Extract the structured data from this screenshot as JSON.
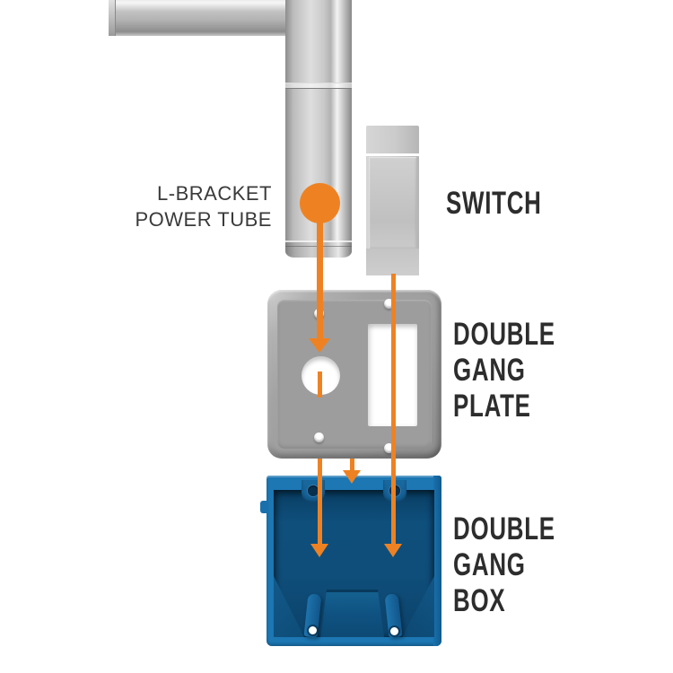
{
  "colors": {
    "accent_orange": "#ee8222",
    "label_dark": "#2d2d2d",
    "tube_label_gray": "#3a3a3a",
    "metal_gray": "#c4c4c4",
    "plate_gray": "#9d9d9d",
    "switch_gray": "#c9c9c9",
    "box_blue": "#1c77b3",
    "box_blue_dark": "#0e4d78"
  },
  "labels": {
    "tube": {
      "line1": "L-BRACKET",
      "line2": "POWER TUBE"
    },
    "switch": {
      "line1": "SWITCH"
    },
    "plate": {
      "line1": "DOUBLE",
      "line2": "GANG",
      "line3": "PLATE"
    },
    "box": {
      "line1": "DOUBLE",
      "line2": "GANG",
      "line3": "BOX"
    }
  }
}
